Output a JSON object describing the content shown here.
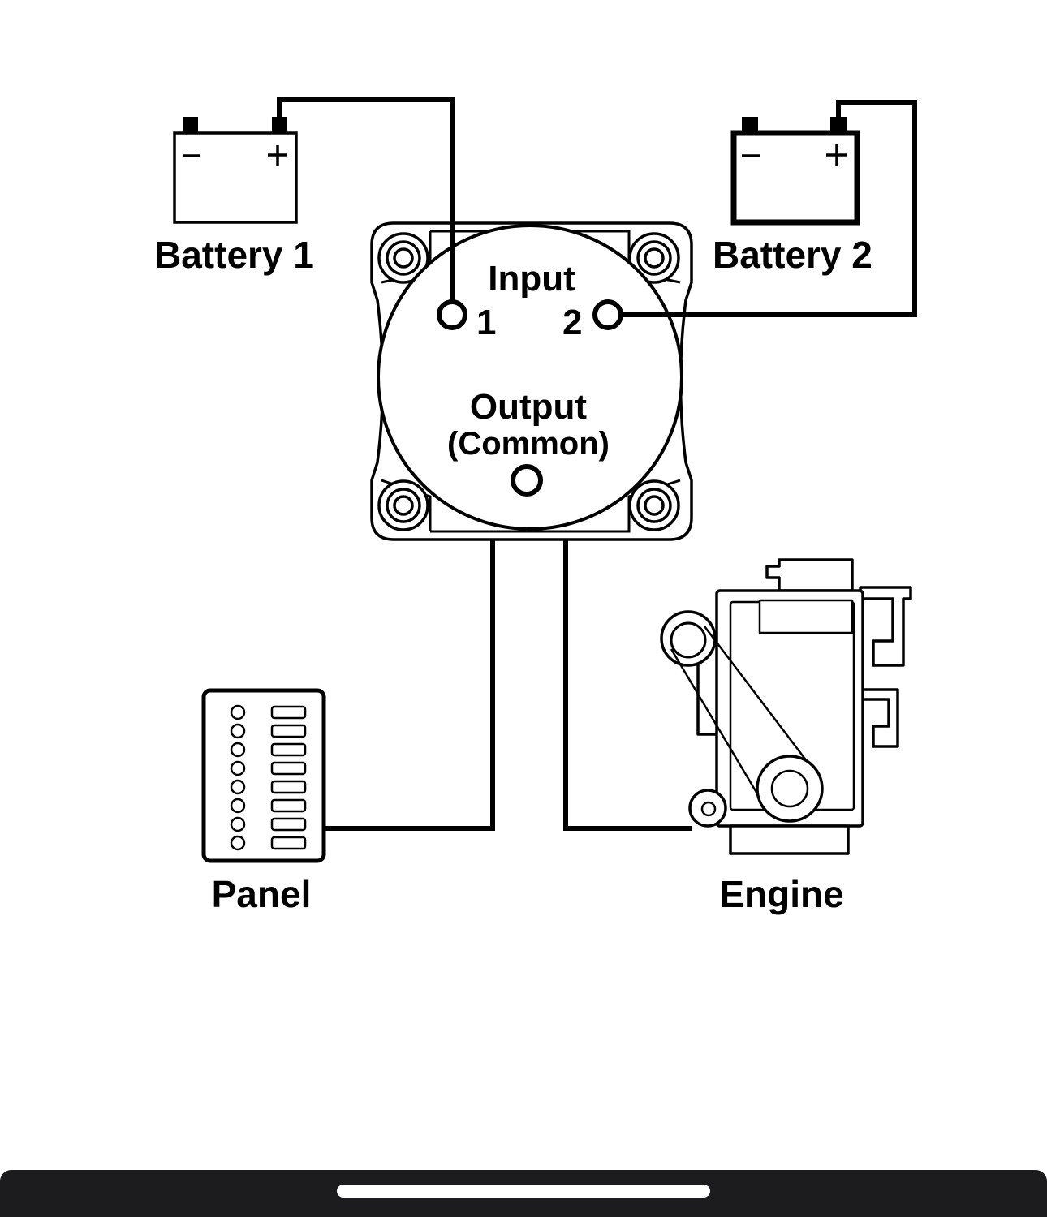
{
  "diagram": {
    "battery1": {
      "label": "Battery 1",
      "negative_sign": "−",
      "positive_sign": "+"
    },
    "battery2": {
      "label": "Battery 2",
      "negative_sign": "−",
      "positive_sign": "+"
    },
    "switch": {
      "input_label": "Input",
      "input1_label": "1",
      "input2_label": "2",
      "output_label": "Output",
      "output_sub_label": "(Common)"
    },
    "panel": {
      "label": "Panel"
    },
    "engine": {
      "label": "Engine"
    }
  },
  "colors": {
    "line": "#000000",
    "background": "#ffffff",
    "home_bar": "#1c1c1e",
    "home_indicator": "#ffffff"
  }
}
